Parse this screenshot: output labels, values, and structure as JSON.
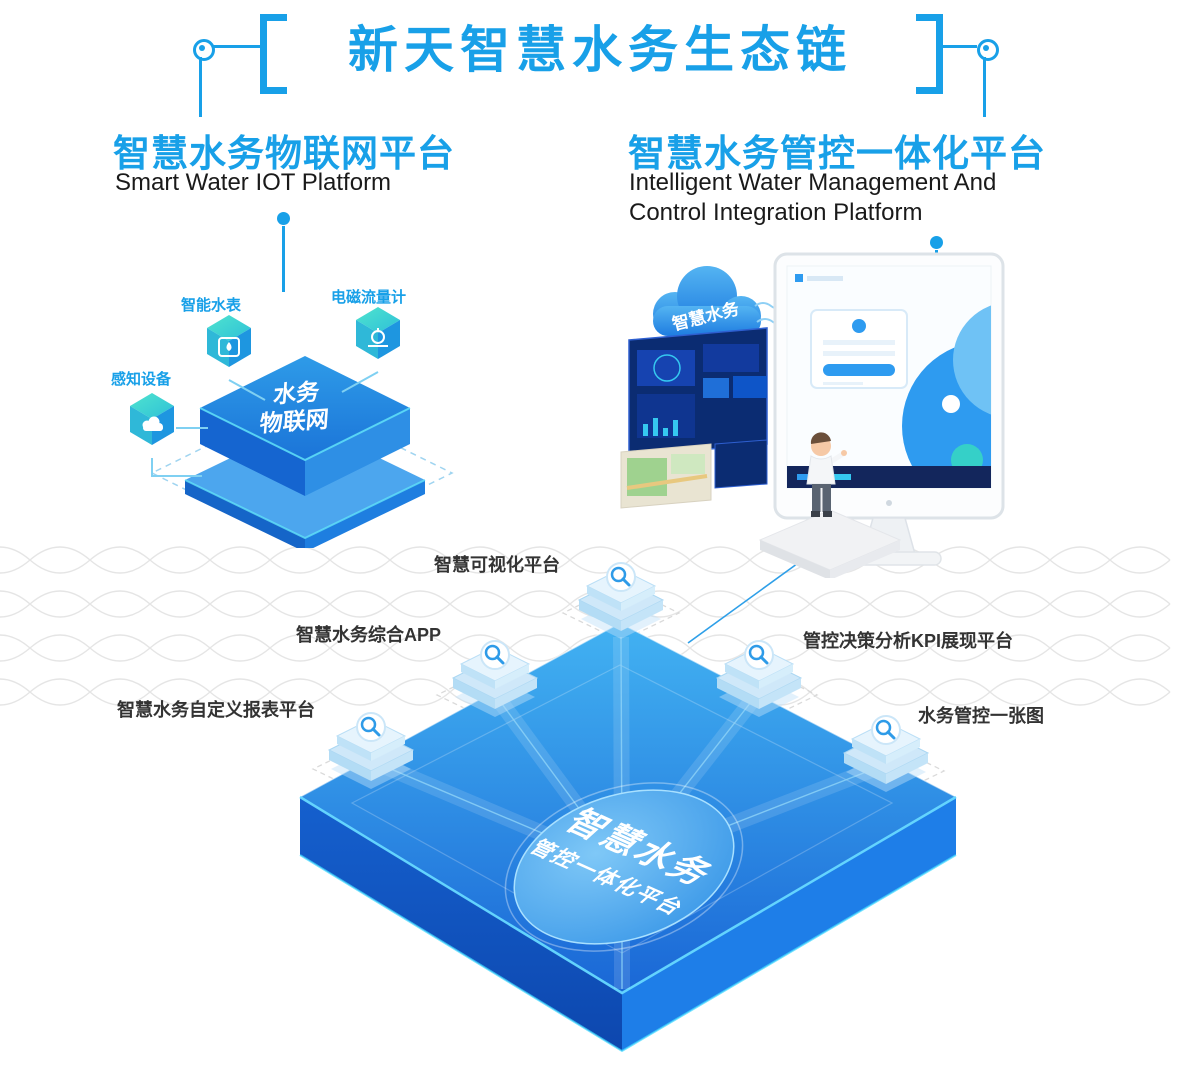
{
  "colors": {
    "primary_blue": "#18A0E8",
    "deep_blue": "#1565D6",
    "cyan_edge": "#5FD8F8",
    "platform_top": "#2E9BEA",
    "navy_screen_bar": "#13265C",
    "text_dark": "#1A1A1A",
    "label_dark": "#333333"
  },
  "title": {
    "text": "新天智慧水务生态链"
  },
  "left_section": {
    "heading": "智慧水务物联网平台",
    "subheading": "Smart Water IOT Platform",
    "platform_label_line1": "水务",
    "platform_label_line2": "物联网",
    "devices": [
      {
        "label": "智能水表"
      },
      {
        "label": "电磁流量计"
      },
      {
        "label": "感知设备"
      }
    ]
  },
  "right_section": {
    "heading": "智慧水务管控一体化平台",
    "subheading_line1": "Intelligent Water Management And",
    "subheading_line2": "Control Integration Platform",
    "cloud_label": "智慧水务"
  },
  "bottom_section": {
    "center_label_line1": "智慧水务",
    "center_label_line2": "管控一体化平台",
    "nodes": [
      {
        "label": "智慧可视化平台"
      },
      {
        "label": "智慧水务综合APP"
      },
      {
        "label": "管控决策分析KPI展现平台"
      },
      {
        "label": "智慧水务自定义报表平台"
      },
      {
        "label": "水务管控一张图"
      }
    ]
  }
}
